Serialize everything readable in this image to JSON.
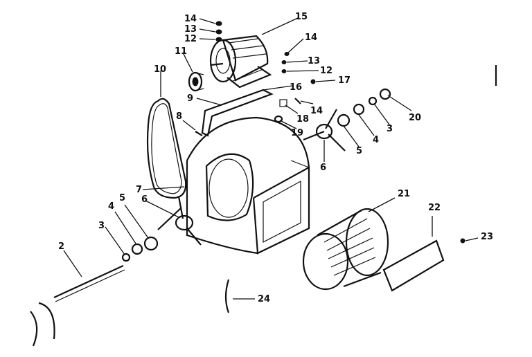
{
  "labels": {
    "l2": "2",
    "l3a": "3",
    "l3b": "3",
    "l4a": "4",
    "l4b": "4",
    "l5a": "5",
    "l5b": "5",
    "l6a": "6",
    "l6b": "6",
    "l7": "7",
    "l8": "8",
    "l9": "9",
    "l10": "10",
    "l11": "11",
    "l12a": "12",
    "l12b": "12",
    "l13a": "13",
    "l13b": "13",
    "l14a": "14",
    "l14b": "14",
    "l14c": "14",
    "l15": "15",
    "l16": "16",
    "l17": "17",
    "l18": "18",
    "l19": "19",
    "l20": "20",
    "l21": "21",
    "l22": "22",
    "l23": "23",
    "l24": "24"
  }
}
